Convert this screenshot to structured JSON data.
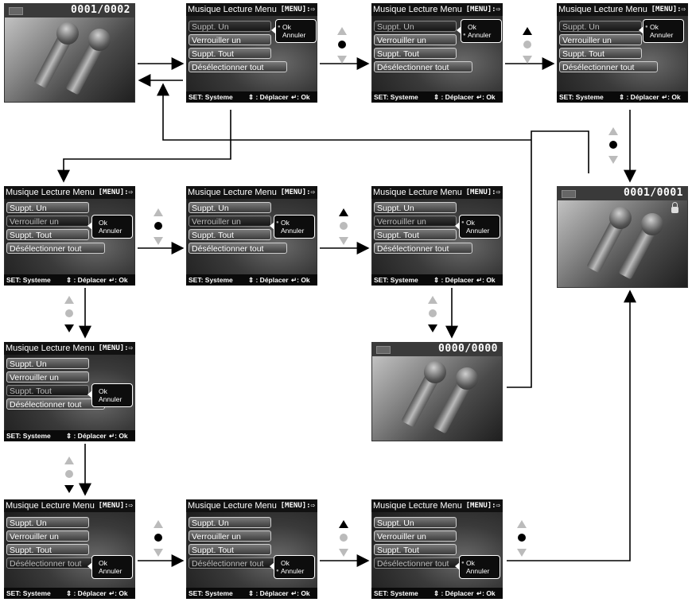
{
  "menu": {
    "title": "Musique Lecture Menu",
    "exit_hint": "[MENU]:⇨",
    "items": [
      "Suppt. Un",
      "Verrouiller un",
      "Suppt. Tout",
      "Désélectionner tout"
    ],
    "popup": {
      "ok": "Ok",
      "cancel": "Annuler"
    },
    "footer": {
      "set": "SET: Systeme",
      "move": "⇕ : Déplacer",
      "ok": "↵: Ok"
    }
  },
  "playback": {
    "screen1_counter": "0001/0002",
    "screen2_counter": "0001/0001",
    "screen3_counter": "0000/0000"
  },
  "icons": {
    "nav": "up-center-down-nav-icon",
    "lock": "lock-icon",
    "battery": "battery-icon",
    "microphone": "microphone-icon"
  }
}
